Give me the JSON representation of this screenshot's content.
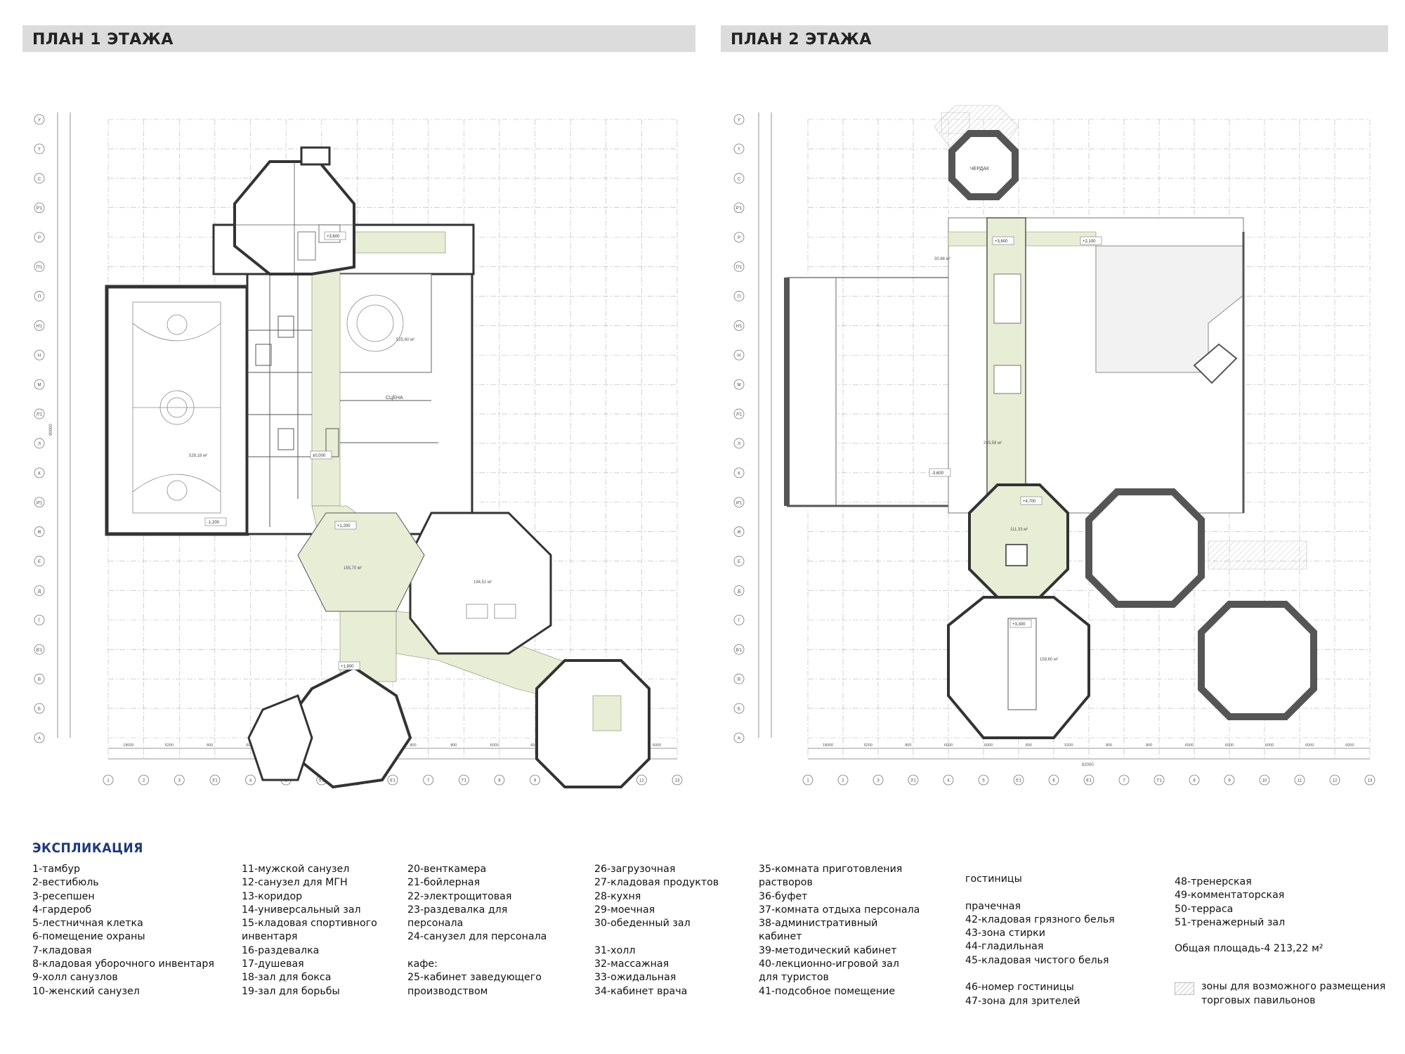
{
  "titles": {
    "floor1": "ПЛАН 1 ЭТАЖА",
    "floor2": "ПЛАН 2 ЭТАЖА"
  },
  "plan_labels": {
    "row_axes": [
      "У",
      "Т",
      "С",
      "Р'1",
      "Р",
      "П'1",
      "П",
      "Н'1",
      "Н",
      "М",
      "Л'1",
      "Л",
      "К",
      "И'1",
      "Ж",
      "Е",
      "Д",
      "Г",
      "В'1",
      "В",
      "Б",
      "А"
    ],
    "col_axes": [
      "1",
      "2",
      "3",
      "3'1",
      "4",
      "5",
      "5'1",
      "6",
      "6'1",
      "7",
      "7'1",
      "8",
      "9",
      "10",
      "11",
      "12",
      "13"
    ],
    "col_dims": [
      "18000",
      "5200",
      "800",
      "6000",
      "6000",
      "800",
      "5200",
      "800",
      "800",
      "6000",
      "6000",
      "6000",
      "6000",
      "6000"
    ],
    "total_dim": "82000",
    "row_total_dim": "90000",
    "stage": "СЦЕНА",
    "attic": "ЧЕРДАК",
    "level_marks_1": [
      "+3,600",
      "+1,200",
      "±0,000",
      "+1,800",
      "-1,200"
    ],
    "level_marks_2": [
      "+3,600",
      "+2,100",
      "-3,600",
      "+4,700",
      "+3,300"
    ],
    "sport_area": "528,18 м²",
    "hall_area": "525,60 м²",
    "dining_area": "194,52 м²",
    "lobby_area": "155,70 м²",
    "f2_area_1": "293,58 м²",
    "f2_area_2": "111,33 м²",
    "f2_area_3": "159,60 м²",
    "f2_area_4": "30,66 м²"
  },
  "legend": {
    "title": "ЭКСПЛИКАЦИЯ",
    "col1": [
      "1-тамбур",
      "2-вестибюль",
      "3-ресепшен",
      "4-гардероб",
      "5-лестничная клетка",
      "6-помещение охраны",
      "7-кладовая",
      "8-кладовая уборочного инвентаря",
      "9-холл санузлов",
      "10-женский санузел"
    ],
    "col2": [
      "11-мужской санузел",
      "12-санузел для МГН",
      "13-коридор",
      "14-универсальный зал",
      "15-кладовая спортивного",
      "инвентаря",
      "16-раздевалка",
      "17-душевая",
      "18-зал для бокса",
      "19-зал для борьбы"
    ],
    "col3": [
      "20-венткамера",
      "21-бойлерная",
      "22-электрощитовая",
      "23-раздевалка для",
      "персонала",
      "24-санузел для персонала",
      "",
      "кафе:",
      "25-кабинет заведующего",
      "производством"
    ],
    "col4": [
      "26-загрузочная",
      "27-кладовая продуктов",
      "28-кухня",
      "29-моечная",
      "30-обеденный зал",
      "",
      "31-холл",
      "32-массажная",
      "33-ожидальная",
      "34-кабинет врача"
    ],
    "col5": [
      "35-комната приготовления",
      "растворов",
      "36-буфет",
      "37-комната отдыха персонала",
      "38-административный",
      "кабинет",
      "39-методический кабинет",
      "40-лекционно-игровой зал",
      "для туристов",
      "41-подсобное помещение"
    ],
    "col6": [
      "гостиницы",
      "",
      "прачечная",
      "42-кладовая грязного белья",
      "43-зона стирки",
      "44-гладильная",
      "45-кладовая чистого белья",
      "",
      "46-номер гостиницы",
      "47-зона для зрителей"
    ],
    "col7": [
      "48-тренерская",
      "49-комментаторская",
      "50-терраса",
      "51-тренажерный зал"
    ],
    "total_area": "Общая площадь-4 213,22 м²",
    "hatch_note_1": "зоны для возможного размещения",
    "hatch_note_2": "торговых павильонов"
  },
  "colors": {
    "wall": "#333333",
    "room_fill": "#e8edd6",
    "grid": "#9a9a9a",
    "title_bar": "#dcdcdc",
    "legend_title": "#1d3a7a"
  }
}
